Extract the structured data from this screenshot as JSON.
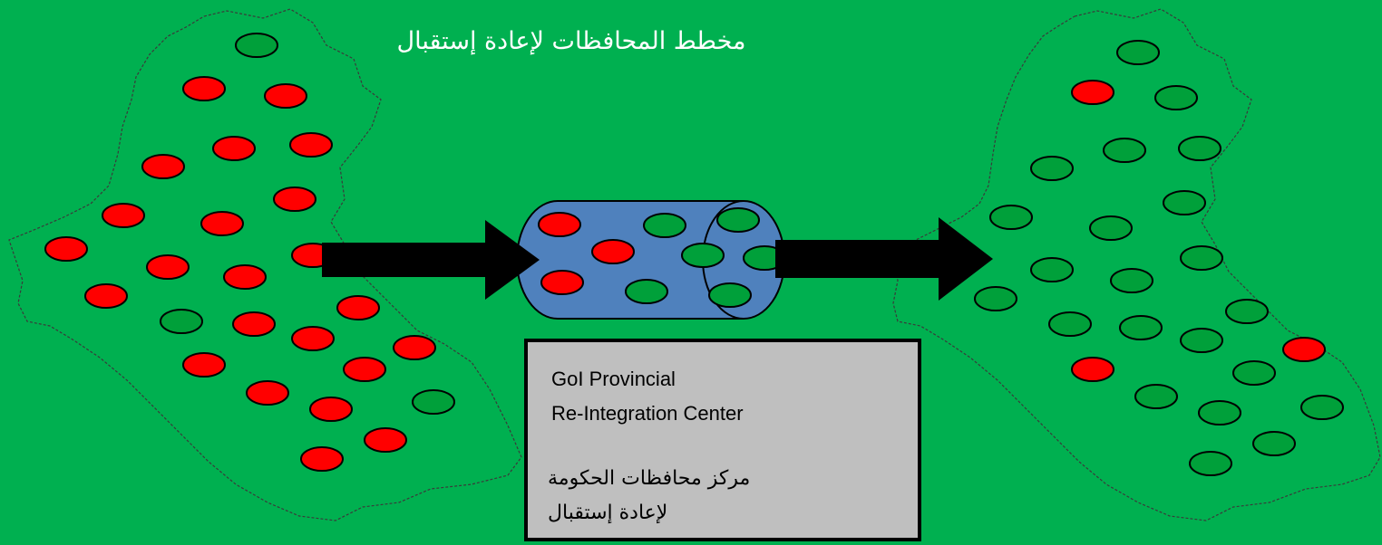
{
  "title": "مخطط المحافظات لإعادة إستقبال",
  "center_box": {
    "english_line1": "GoI Provincial",
    "english_line2": "Re-Integration Center",
    "arabic_line1": "مركز محافظات الحكومة",
    "arabic_line2": "لإعادة إستقبال"
  },
  "colors": {
    "background": "#00b050",
    "dot_red": "#ff0000",
    "dot_green": "#00a03a",
    "cylinder": "#4f81bd",
    "box": "#bfbfbf"
  }
}
